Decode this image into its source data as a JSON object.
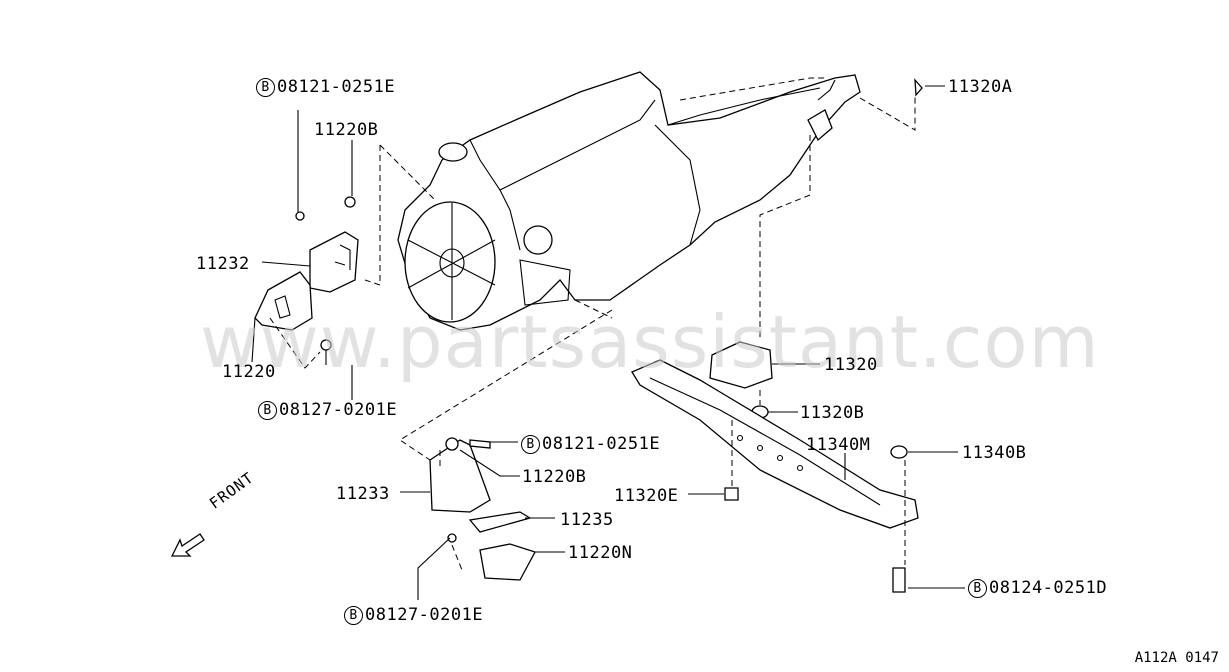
{
  "watermark": "www.partsassistant.com",
  "footer_code": "A112A 0147",
  "front_label": "FRONT",
  "circle_mark": "B",
  "callouts": {
    "bolt_08121_top": "08121-0251E",
    "n_11220B_top": "11220B",
    "n_11232": "11232",
    "n_11220": "11220",
    "bolt_08127_mid": "08127-0201E",
    "n_11320A": "11320A",
    "n_11320": "11320",
    "n_11320B": "11320B",
    "n_11340M": "11340M",
    "n_11340B": "11340B",
    "n_11320E": "11320E",
    "bolt_08124": "08124-0251D",
    "bolt_08121_low": "08121-0251E",
    "n_11220B_low": "11220B",
    "n_11233": "11233",
    "n_11235": "11235",
    "n_11220N": "11220N",
    "bolt_08127_low": "08127-0201E"
  }
}
